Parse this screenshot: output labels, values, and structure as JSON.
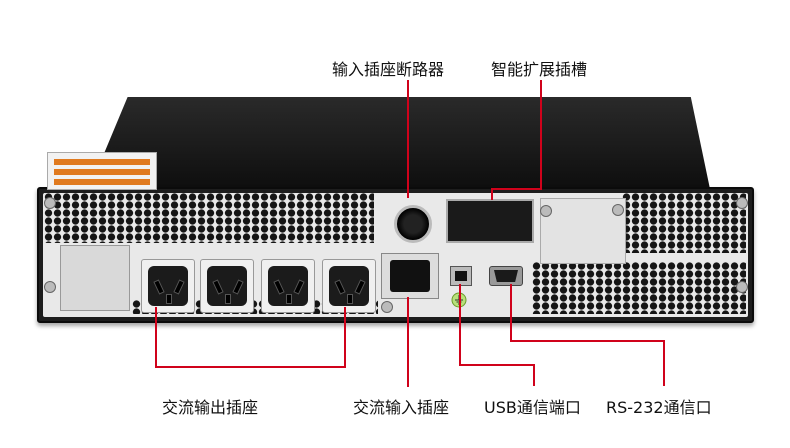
{
  "labels": {
    "input_breaker": "输入插座断路器",
    "smart_slot": "智能扩展插槽",
    "ac_output": "交流输出插座",
    "ac_input": "交流输入插座",
    "usb_port": "USB通信端口",
    "rs232_port": "RS-232通信口"
  },
  "colors": {
    "leader_line": "#d0021b",
    "device_body": "#1d1d1d",
    "panel": "#e9e9e9"
  },
  "icons": [
    "usb-port",
    "db9-serial-port",
    "ground-symbol",
    "circuit-breaker-knob"
  ]
}
